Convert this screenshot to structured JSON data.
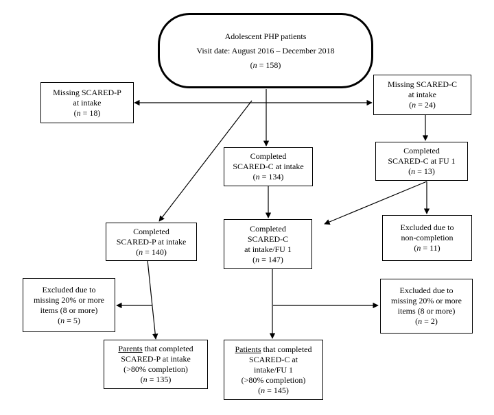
{
  "start": {
    "title": "Adolescent PHP patients",
    "visit": "Visit date: August 2016 – December 2018",
    "n_var": "n",
    "n_value": " = 158)"
  },
  "missing_p": {
    "line1": "Missing SCARED-P",
    "line2": "at intake",
    "n_var": "n",
    "n_value": " = 18)"
  },
  "missing_c": {
    "line1": "Missing SCARED-C",
    "line2": "at intake",
    "n_var": "n",
    "n_value": " = 24)"
  },
  "completed_c_intake": {
    "line1": "Completed",
    "line2": "SCARED-C at intake",
    "n_var": "n",
    "n_value": " = 134)"
  },
  "completed_c_fu1": {
    "line1": "Completed",
    "line2": "SCARED-C at FU 1",
    "n_var": "n",
    "n_value": " = 13)"
  },
  "completed_p_intake": {
    "line1": "Completed",
    "line2": "SCARED-P at intake",
    "n_var": "n",
    "n_value": " = 140)"
  },
  "completed_c_intake_fu1": {
    "line1": "Completed",
    "line2": "SCARED-C",
    "line3": "at intake/FU 1",
    "n_var": "n",
    "n_value": " = 147)"
  },
  "excluded_noncompletion": {
    "line1": "Excluded due to",
    "line2": "non-completion",
    "n_var": "n",
    "n_value": " = 11)"
  },
  "excluded_missing_left": {
    "line1": "Excluded due to",
    "line2": "missing 20% or more",
    "line3": "items (8 or more)",
    "n_var": "n",
    "n_value": " = 5)"
  },
  "excluded_missing_right": {
    "line1": "Excluded due to",
    "line2": "missing 20% or more",
    "line3": "items (8 or more)",
    "n_var": "n",
    "n_value": " = 2)"
  },
  "parents_final": {
    "line1_underlined": "Parents",
    "line1_rest": " that completed",
    "line2": "SCARED-P at intake",
    "line3": "(>80% completion)",
    "n_var": "n",
    "n_value": " = 135)"
  },
  "patients_final": {
    "line1_underlined": "Patients",
    "line1_rest": " that completed",
    "line2": "SCARED-C at",
    "line3": "intake/FU 1",
    "line4": "(>80% completion)",
    "n_var": "n",
    "n_value": " = 145)"
  }
}
